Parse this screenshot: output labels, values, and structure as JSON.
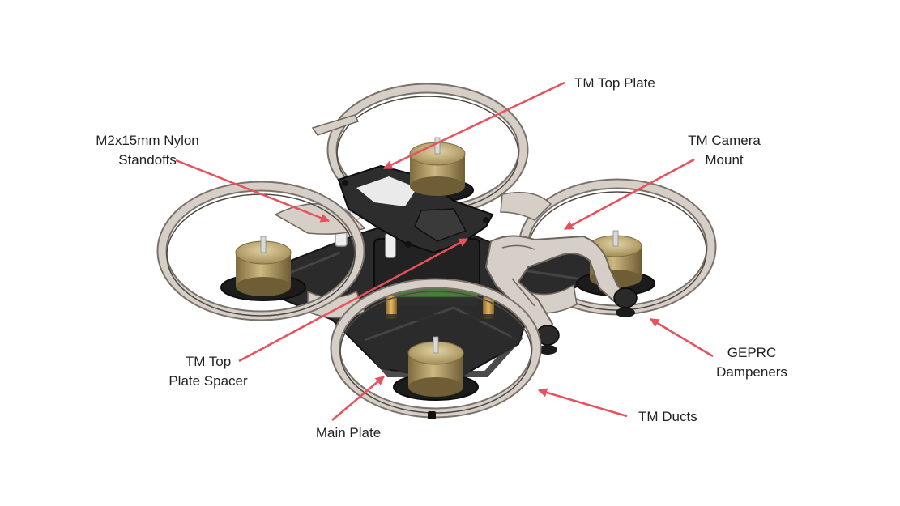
{
  "diagram": {
    "subject": "drone-frame-assembly",
    "callout_color": "#e8505b",
    "labels": {
      "top_plate": [
        "TM Top Plate"
      ],
      "standoffs": [
        "M2x15mm Nylon",
        "Standoffs"
      ],
      "camera_mount": [
        "TM Camera",
        "Mount"
      ],
      "top_plate_spacer": [
        "TM Top",
        "Plate Spacer"
      ],
      "dampeners": [
        "GEPRC",
        "Dampeners"
      ],
      "ducts": [
        "TM Ducts"
      ],
      "main_plate": [
        "Main Plate"
      ]
    }
  }
}
